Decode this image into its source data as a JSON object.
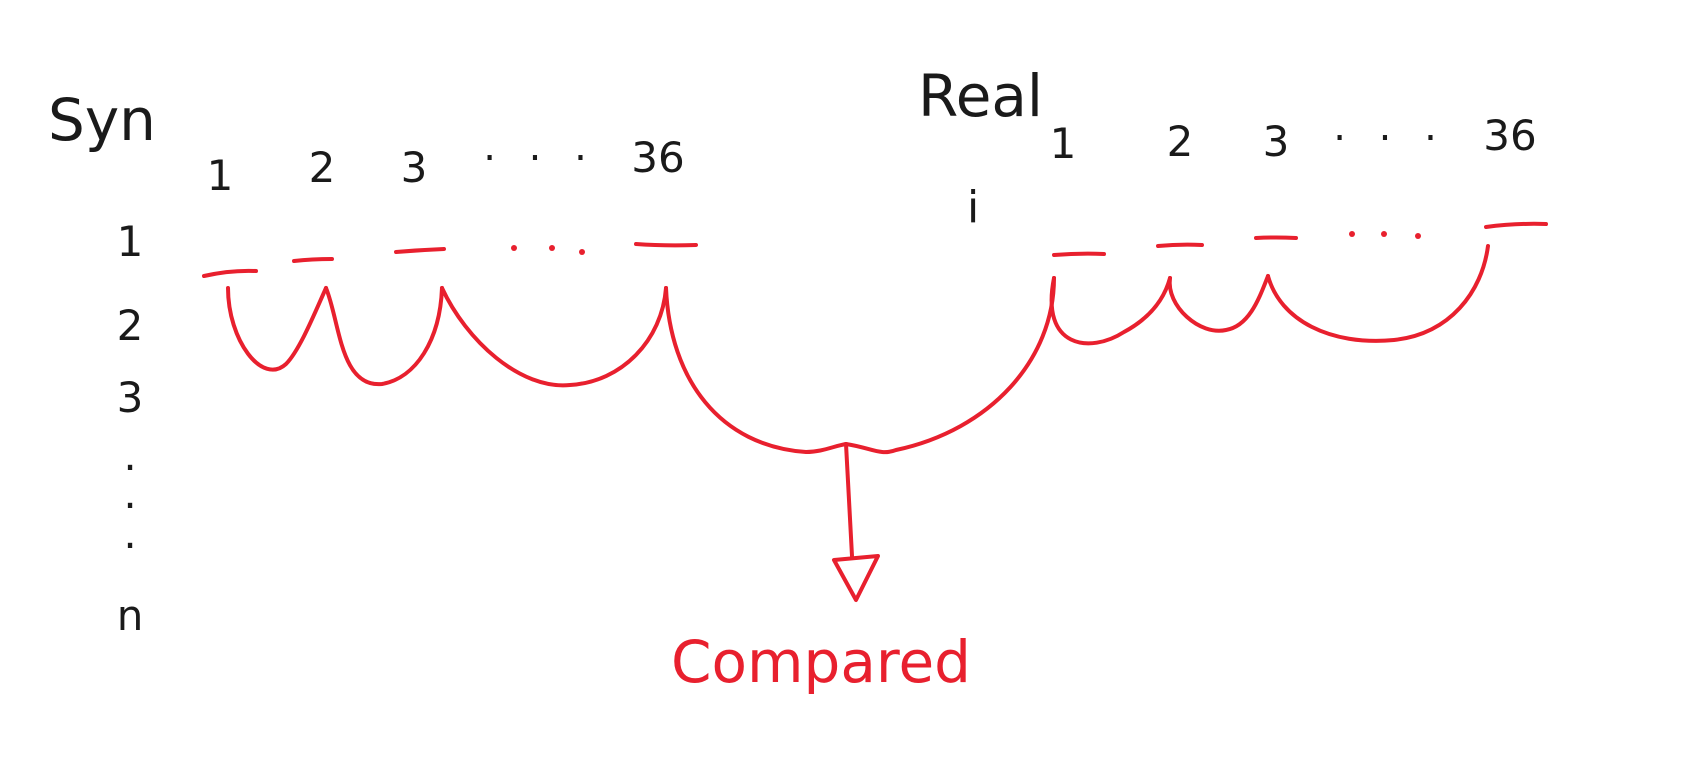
{
  "colors": {
    "ink": "#1a1a1a",
    "accent": "#e8202e",
    "background": "#ffffff"
  },
  "labels": {
    "syn": "Syn",
    "real": "Real",
    "real_index": "i",
    "compared": "Compared"
  },
  "syn_columns": [
    "1",
    "2",
    "3",
    "36"
  ],
  "real_columns": [
    "1",
    "2",
    "3",
    "36"
  ],
  "column_ellipsis": ". . .",
  "row_labels": [
    "1",
    "2",
    "3",
    ".",
    ".",
    ".",
    "n"
  ]
}
